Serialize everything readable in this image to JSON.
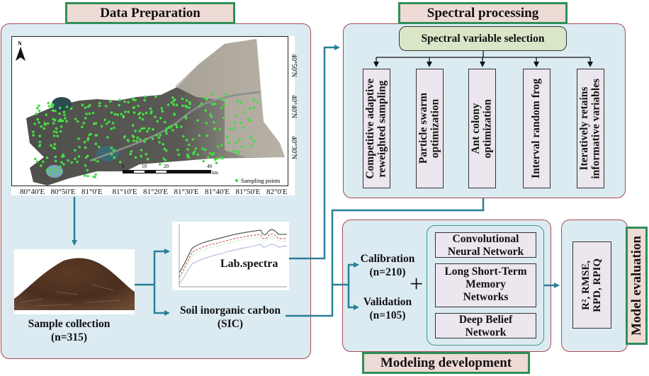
{
  "sections": {
    "data_preparation": "Data Preparation",
    "spectral_processing": "Spectral processing",
    "modeling_development": "Modeling development",
    "model_evaluation": "Model evaluation"
  },
  "map": {
    "north_label": "N",
    "x_ticks": [
      "80°40'E",
      "80°50'E",
      "81°0'E",
      "81°10'E",
      "81°20'E",
      "81°30'E",
      "81°40'E",
      "81°50'E",
      "82°0'E"
    ],
    "y_ticks": [
      "40°50'N",
      "40°40'N",
      "40°30'N"
    ],
    "scale_ticks": [
      "0",
      "10",
      "20",
      "40"
    ],
    "scale_unit": "km",
    "legend": "Sampling points"
  },
  "data_prep": {
    "sample_collection": "Sample collection\n(n=315)",
    "lab_spectra": "Lab.spectra",
    "sic": "Soil inorganic carbon\n(SIC)"
  },
  "spectral": {
    "selection_header": "Spectral variable selection",
    "methods": [
      "Competitive adaptive\nreweighted sampling",
      "Particle swarm\noptimization",
      "Ant colony\noptimization",
      "Interval random frog",
      "Iteratively retains\ninformative variables"
    ]
  },
  "modeling": {
    "calibration": "Calibration\n(n=210)",
    "validation": "Validation\n(n=105)",
    "plus": "+",
    "models": [
      "Convolutional\nNeural Network",
      "Long Short-Term\nMemory\nNetworks",
      "Deep Belief\nNetwork"
    ]
  },
  "evaluation": {
    "metrics": "R², RMSE,\nRPD, RPIQ"
  },
  "colors": {
    "arrow": "#2a7f96",
    "panel_bg": "#dcebf2",
    "panel_border": "#a84a52",
    "tab_border": "#2f8f55",
    "tab_bg": "#eedbd6",
    "sampling_point": "#44dd44"
  }
}
